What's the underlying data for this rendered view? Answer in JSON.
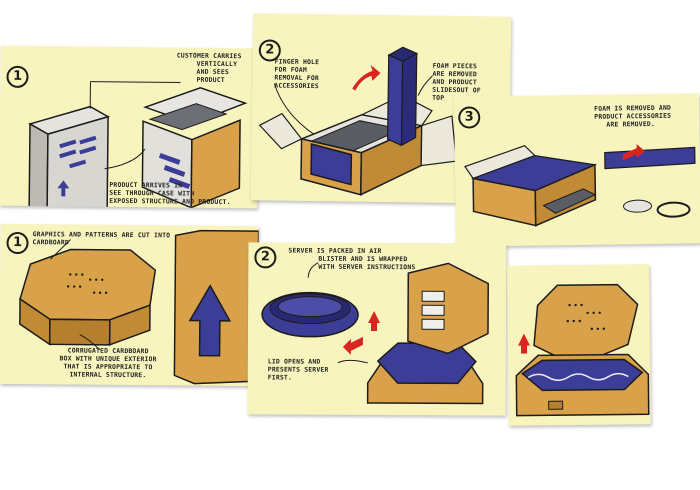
{
  "colors": {
    "paper": "#f8f4bd",
    "cardboard": "#d9a24a",
    "cardboard_dark": "#b57f2e",
    "navy": "#3b3d96",
    "navy_dark": "#272a73",
    "case_gray": "#d8d6d0",
    "arrow_red": "#d9251d",
    "ink": "#1c1c1c"
  },
  "panels": [
    {
      "step": "1",
      "notes": [
        {
          "lines": [
            "CUSTOMER CARRIES",
            "VERTICALLY",
            "AND SEES",
            "PRODUCT"
          ]
        },
        {
          "lines": [
            "PRODUCT ARRIVES IN",
            "SEE THROUGH CASE WITH",
            "EXPOSED STRUCTURE AND PRODUCT."
          ]
        }
      ]
    },
    {
      "step": "2",
      "notes": [
        {
          "lines": [
            "FINGER HOLE",
            "FOR FOAM",
            "REMOVAL FOR",
            "ACCESSORIES"
          ]
        },
        {
          "lines": [
            "FOAM PIECES",
            "ARE REMOVED",
            "AND PRODUCT",
            "SLIDESOUT OF",
            "TOP"
          ]
        }
      ]
    },
    {
      "step": "3",
      "notes": [
        {
          "lines": [
            "FOAM IS REMOVED AND",
            "PRODUCT ACCESSORIES",
            "ARE REMOVED."
          ]
        }
      ]
    },
    {
      "step": "1",
      "notes": [
        {
          "lines": [
            "GRAPHICS AND PATTERNS ARE CUT INTO",
            "CARDBOARD"
          ]
        },
        {
          "lines": [
            "CORRUGATED CARDBOARD",
            "BOX WITH UNIQUE EXTERIOR",
            "THAT IS APPROPRIATE TO",
            "INTERNAL STRUCTURE."
          ]
        }
      ]
    },
    {
      "step": "2",
      "notes": [
        {
          "lines": [
            "SERVER IS PACKED IN AIR",
            "BLISTER AND IS WRAPPED",
            "WITH SERVER INSTRUCTIONS"
          ]
        },
        {
          "lines": [
            "LID OPENS AND",
            "PRESENTS SERVER",
            "FIRST."
          ]
        }
      ]
    },
    {
      "step": "",
      "notes": []
    }
  ]
}
